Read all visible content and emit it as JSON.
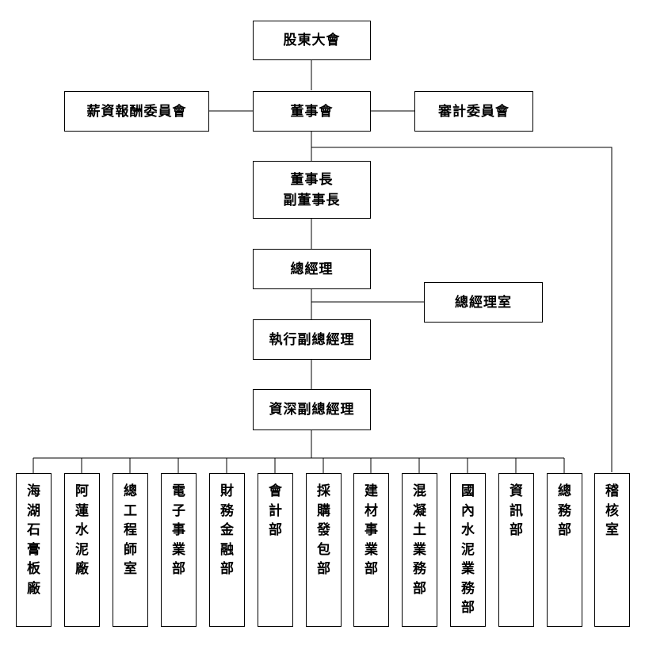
{
  "org_chart": {
    "shareholders": "股東大會",
    "board": "董事會",
    "compensation_committee": "薪資報酬委員會",
    "audit_committee": "審計委員會",
    "chairman": "董事長\n副董事長",
    "president": "總經理",
    "president_office": "總經理室",
    "exec_vp": "執行副總經理",
    "senior_vp": "資深副總經理",
    "departments": [
      "海湖石膏板廠",
      "阿蓮水泥廠",
      "總工程師室",
      "電子事業部",
      "財務金融部",
      "會計部",
      "採購發包部",
      "建材事業部",
      "混凝土業務部",
      "國內水泥業務部",
      "資訊部",
      "總務部"
    ],
    "internal_audit": "稽核室"
  }
}
